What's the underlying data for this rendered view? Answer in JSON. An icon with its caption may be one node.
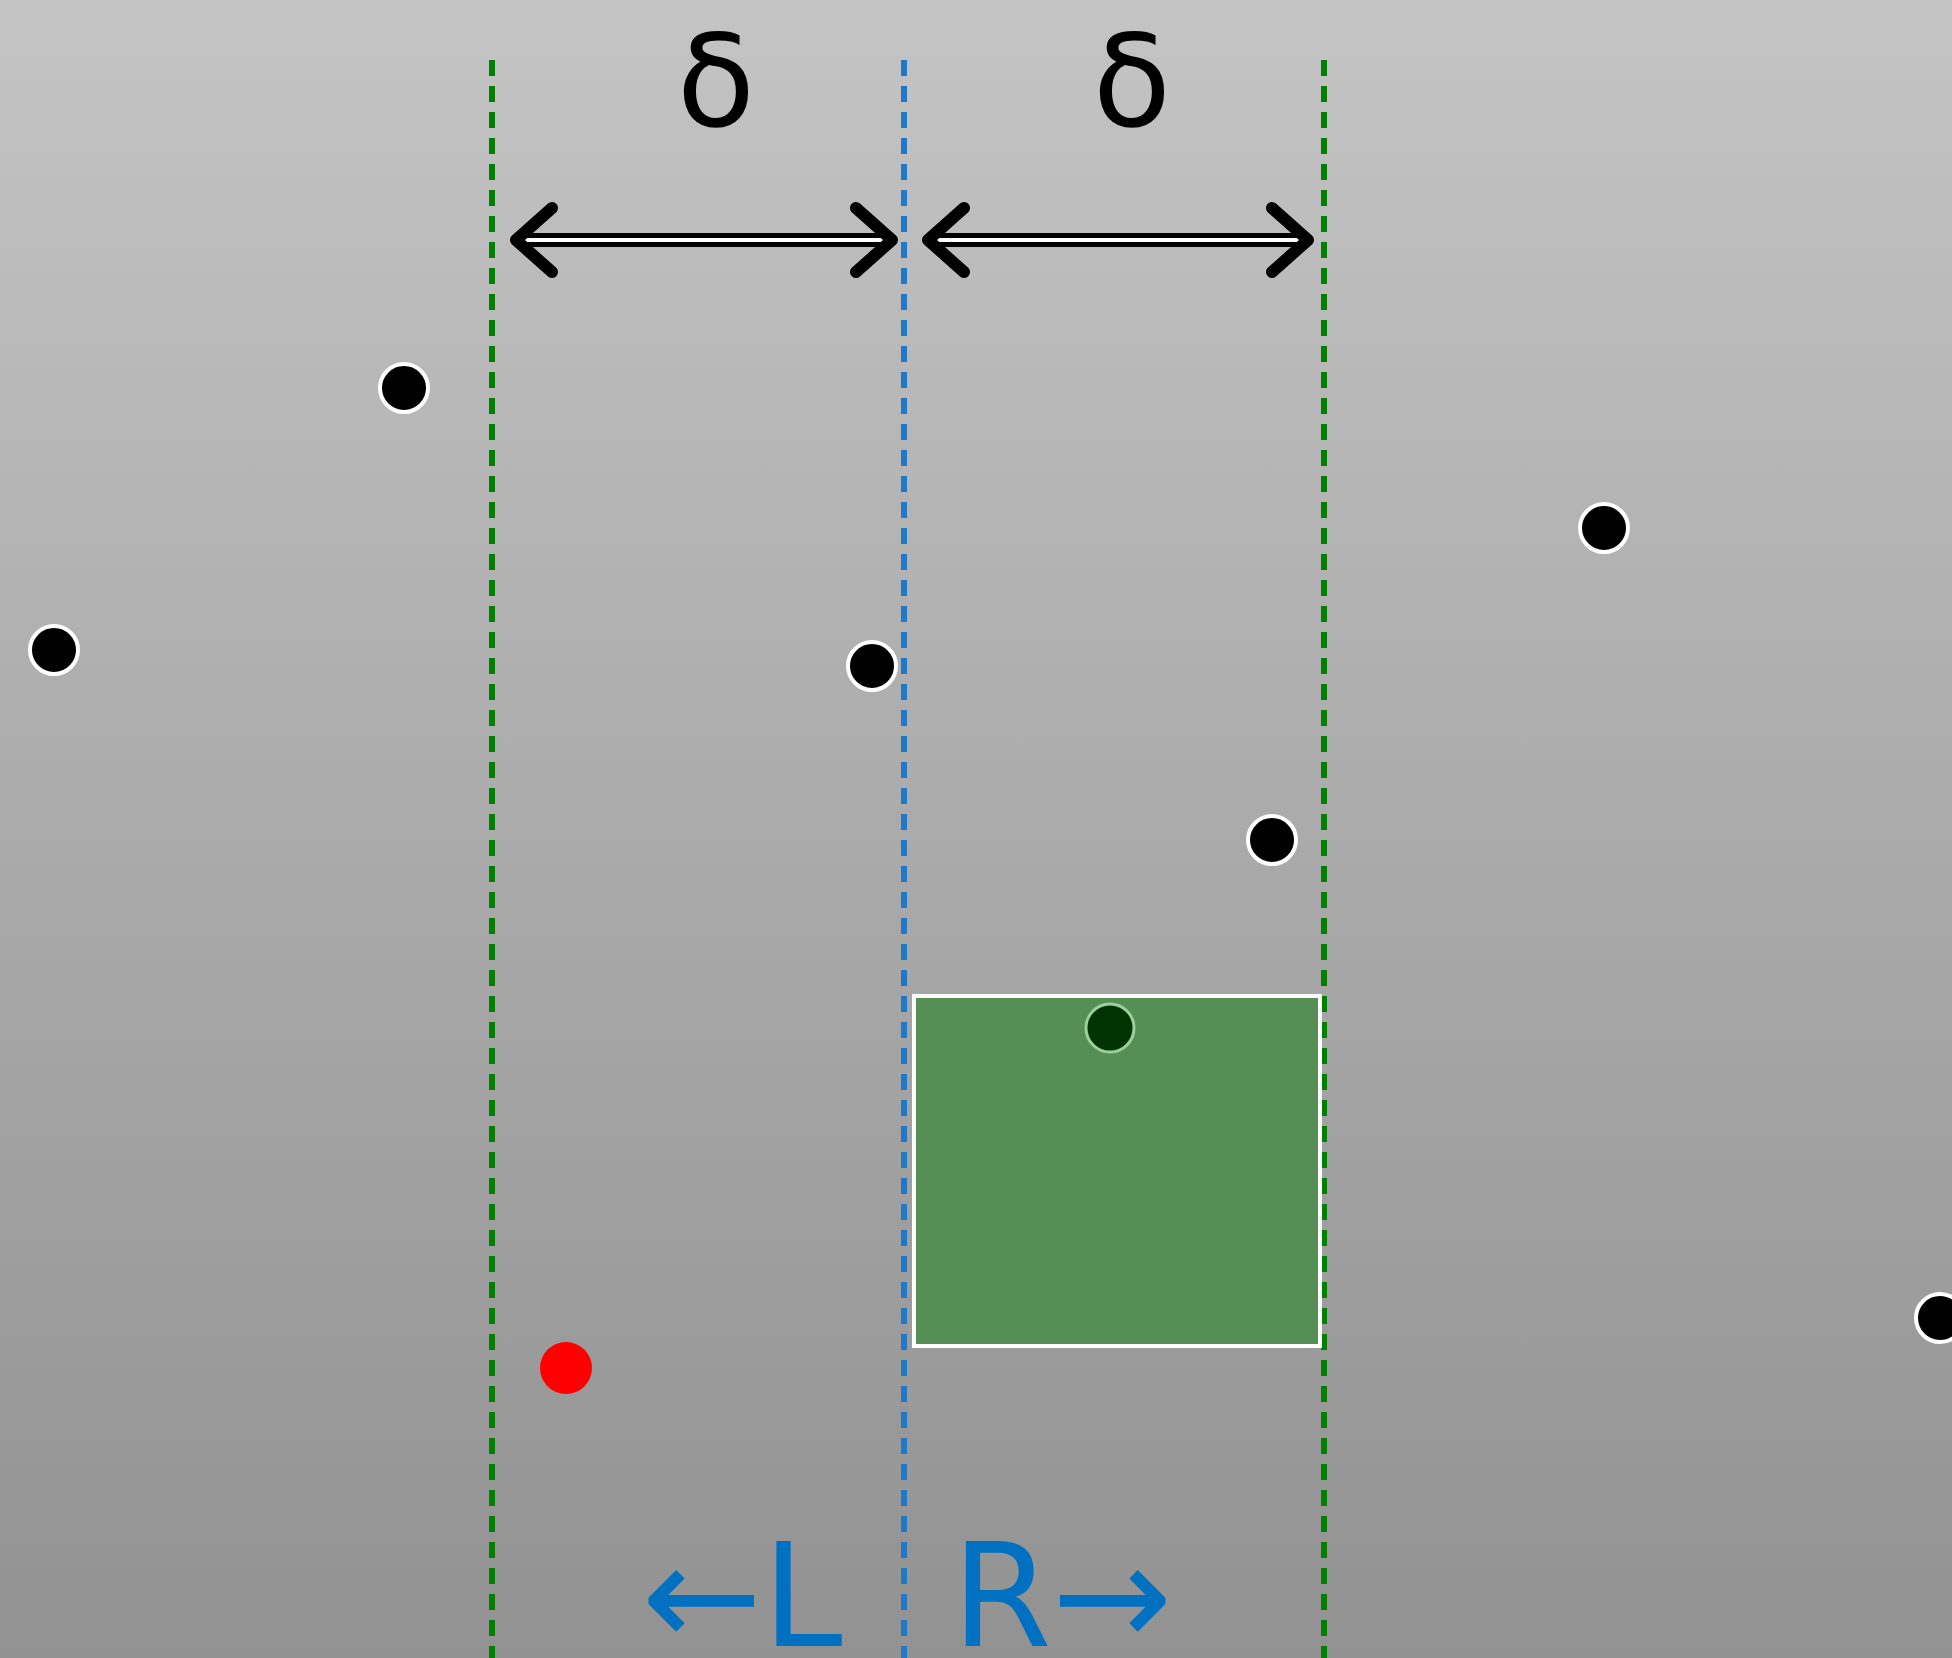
{
  "diagram": {
    "labels": [
      "δ",
      "δ",
      "←L",
      "R→"
    ]
  }
}
